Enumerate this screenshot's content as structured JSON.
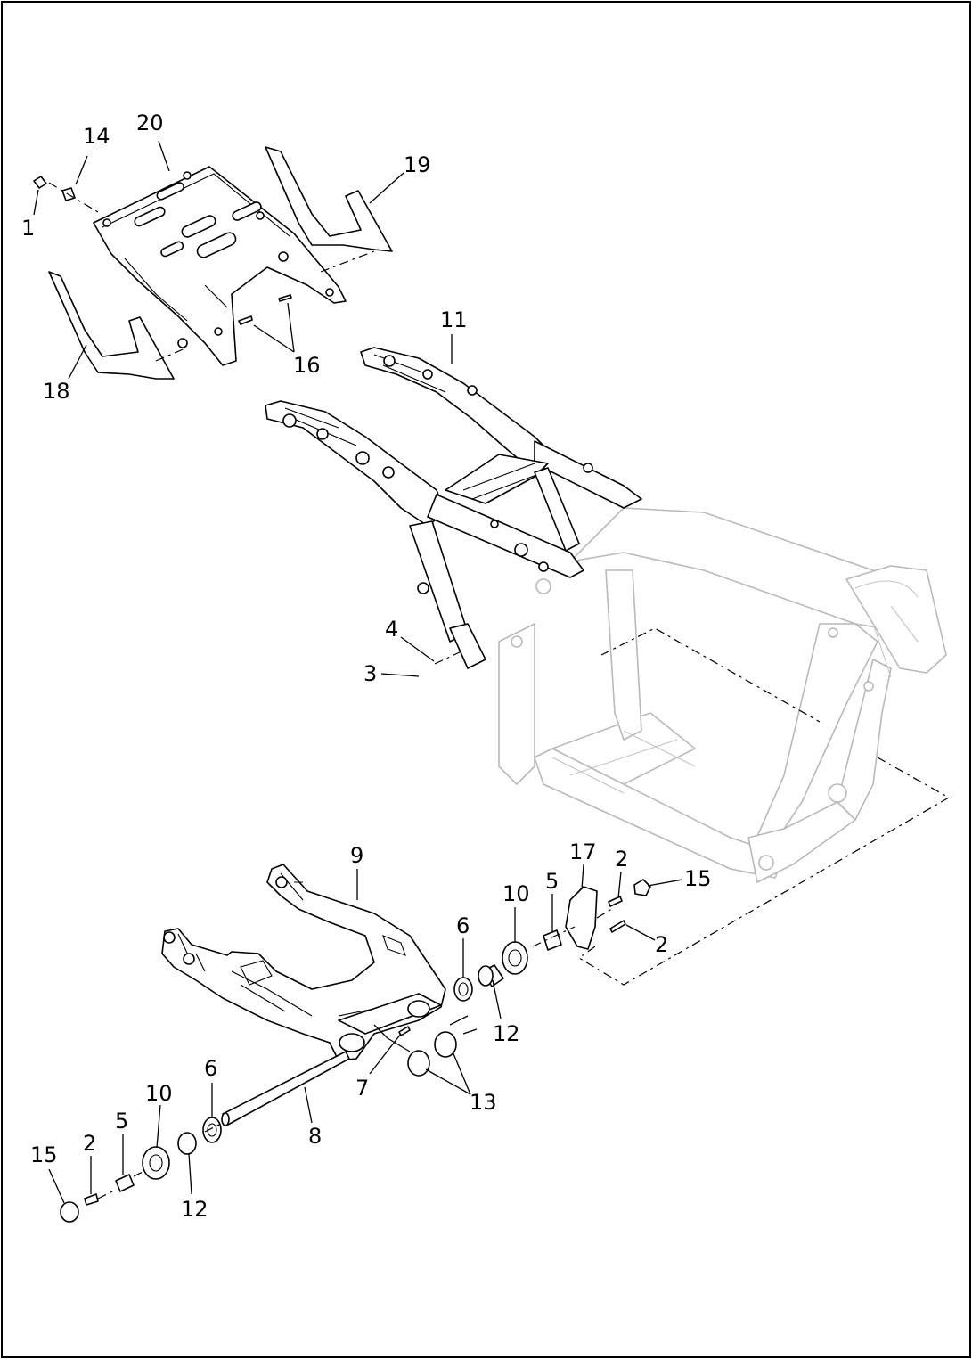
{
  "diagram": {
    "callouts": [
      {
        "id": "c20",
        "text": "20"
      },
      {
        "id": "c14",
        "text": "14"
      },
      {
        "id": "c1",
        "text": "1"
      },
      {
        "id": "c19",
        "text": "19"
      },
      {
        "id": "c18",
        "text": "18"
      },
      {
        "id": "c16",
        "text": "16"
      },
      {
        "id": "c11",
        "text": "11"
      },
      {
        "id": "c4",
        "text": "4"
      },
      {
        "id": "c3",
        "text": "3"
      },
      {
        "id": "c9",
        "text": "9"
      },
      {
        "id": "c17",
        "text": "17"
      },
      {
        "id": "c2a",
        "text": "2"
      },
      {
        "id": "c15a",
        "text": "15"
      },
      {
        "id": "c10a",
        "text": "10"
      },
      {
        "id": "c5a",
        "text": "5"
      },
      {
        "id": "c6a",
        "text": "6"
      },
      {
        "id": "c2b",
        "text": "2"
      },
      {
        "id": "c12a",
        "text": "12"
      },
      {
        "id": "c7",
        "text": "7"
      },
      {
        "id": "c13",
        "text": "13"
      },
      {
        "id": "c6b",
        "text": "6"
      },
      {
        "id": "c10b",
        "text": "10"
      },
      {
        "id": "c5b",
        "text": "5"
      },
      {
        "id": "c2c",
        "text": "2"
      },
      {
        "id": "c15b",
        "text": "15"
      },
      {
        "id": "c8",
        "text": "8"
      },
      {
        "id": "c12b",
        "text": "12"
      }
    ]
  }
}
